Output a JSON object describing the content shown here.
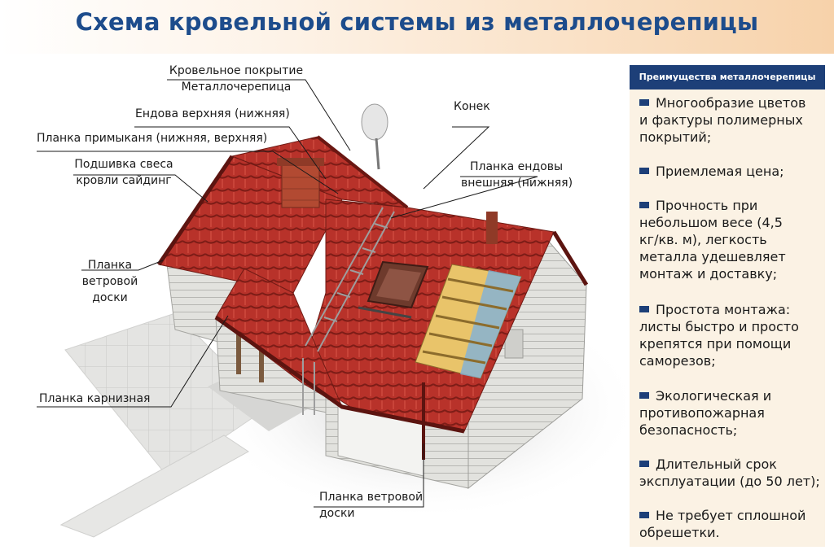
{
  "title": "Схема кровельной системы из металлочерепицы",
  "labels": {
    "pokrytie_1": "Кровельное покрытие",
    "pokrytie_2": "Металлочерепица",
    "endova_top": "Ендова верхняя (нижняя)",
    "primykanie": "Планка примыканя (нижняя, верхняя)",
    "podshivka_1": "Подшивка свеса",
    "podshivka_2": "кровли сайдинг",
    "konek": "Конек",
    "endova_out_1": "Планка ендовы",
    "endova_out_2": "внешняя (нижняя)",
    "vetrovaya_left_1": "Планка",
    "vetrovaya_left_2": "ветровой",
    "vetrovaya_left_3": "доски",
    "karniz": "Планка карнизная",
    "vetrovaya_bottom_1": "Планка ветровой",
    "vetrovaya_bottom_2": "доски"
  },
  "panel": {
    "heading": "Преимущества металлочерепицы",
    "items": [
      [
        "Многообразие цветов",
        "и фактуры полимерных",
        "покрытий;"
      ],
      [
        "Приемлемая цена;"
      ],
      [
        "Прочность при",
        "небольшом весе (4,5",
        "кг/кв. м), легкость",
        "металла удешевляет",
        "монтаж и доставку;"
      ],
      [
        "Простота монтажа:",
        "листы быстро и просто",
        "крепятся при помощи",
        "саморезов;"
      ],
      [
        "Экологическая и",
        "противопожарная",
        "безопасность;"
      ],
      [
        "Длительный срок",
        "эксплуатации (до 50 лет);"
      ],
      [
        "Не требует сплошной",
        "обрешетки."
      ]
    ]
  },
  "colors": {
    "title": "#1d4c8c",
    "panel_header": "#1d3f78",
    "panel_bg": "#fbf2e4",
    "roof_red": "#b8322a",
    "wall": "#dcdcd8"
  }
}
